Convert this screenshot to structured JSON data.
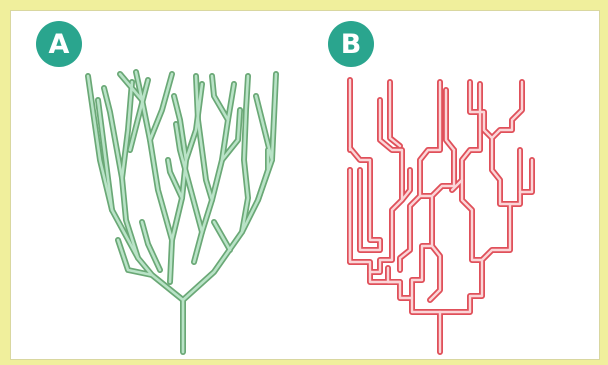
{
  "panels": [
    {
      "label": "A",
      "badge_color": "#2aa58e",
      "stroke_outer": "#6aa876",
      "stroke_inner": "#b9e3c7",
      "style": "green angled branching tree"
    },
    {
      "label": "B",
      "badge_color": "#2aa58e",
      "stroke_outer": "#e0505a",
      "stroke_inner": "#fbd6d8",
      "style": "red orthogonal branching tree"
    }
  ]
}
